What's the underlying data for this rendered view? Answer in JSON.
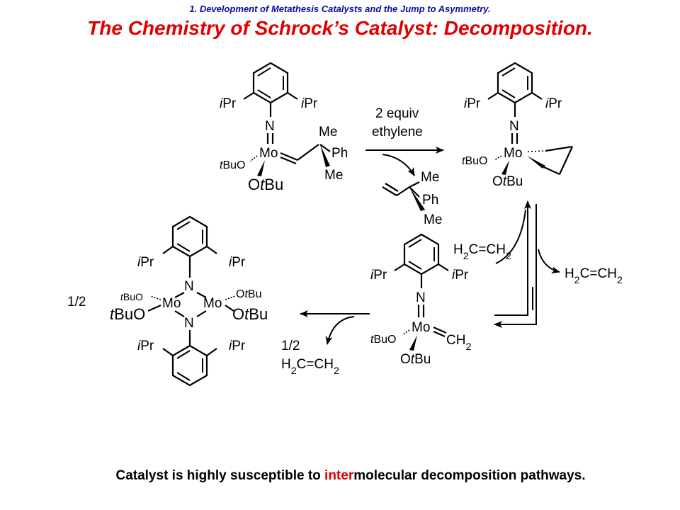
{
  "header": {
    "subtitle": "1. Development of Metathesis Catalysts and the Jump to Asymmetry.",
    "title": "The Chemistry of Schrock’s Catalyst: Decomposition."
  },
  "labels": {
    "ipr": "iPr",
    "n": "N",
    "mo": "Mo",
    "tbuo": "tBuO",
    "otbu": "OtBu",
    "me": "Me",
    "ph": "Ph",
    "ch2": "CH2",
    "half": "1/2",
    "ethylene": "H2C=CH2",
    "reagent_line1": "2 equiv",
    "reagent_line2": "ethylene"
  },
  "caption": {
    "before": "Catalyst is highly susceptible to ",
    "highlight": "inter",
    "after": "molecular decomposition pathways."
  },
  "colors": {
    "title": "#e00000",
    "subtitle": "#0b0ba8",
    "highlight": "#e00000"
  }
}
